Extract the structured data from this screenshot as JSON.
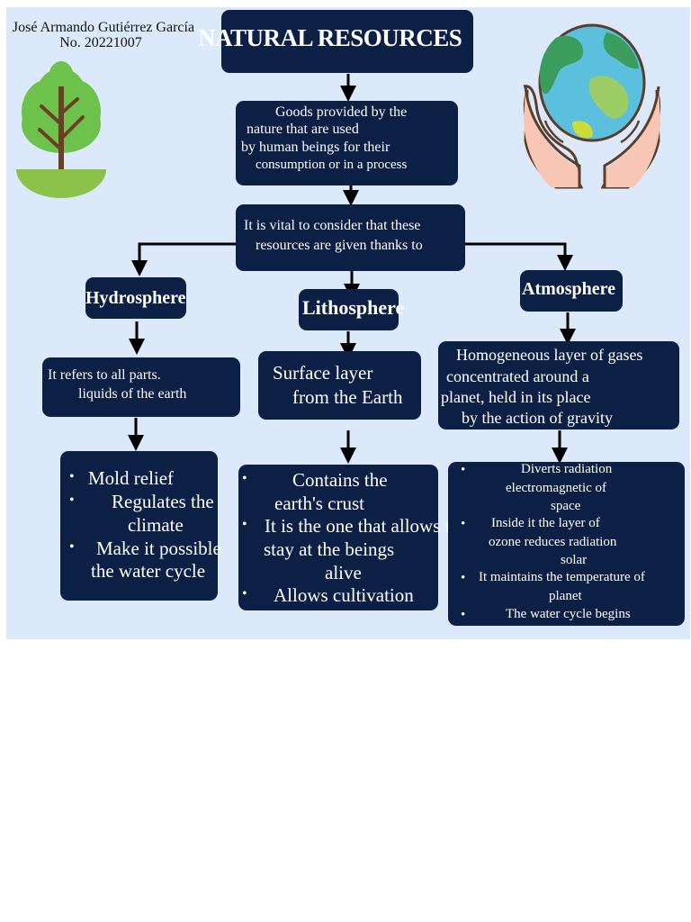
{
  "author": {
    "name": "José Armando Gutiérrez García",
    "number": "No. 20221007"
  },
  "title": "NATURAL RESOURCES",
  "definition": [
    "Goods provided by the",
    "nature that are used",
    "by human beings for their",
    "consumption or in a process"
  ],
  "vital": [
    "It is vital to consider that these",
    "resources are given thanks to"
  ],
  "branches": {
    "hydrosphere": {
      "label": "Hydrosphere",
      "description": [
        "It refers to all parts.",
        "liquids of the earth"
      ],
      "bullets": [
        "Mold relief",
        "Regulates the",
        "climate",
        "Make it possible",
        "the water cycle"
      ]
    },
    "lithosphere": {
      "label": "Lithosphere",
      "description": [
        "Surface layer",
        "from the Earth"
      ],
      "bullets": [
        "Contains the",
        "earth's crust",
        "It is the one that allows the",
        "stay  at the beings",
        "alive",
        "Allows cultivation"
      ]
    },
    "atmosphere": {
      "label": "Atmosphere",
      "description": [
        "Homogeneous layer of gases",
        "concentrated around a",
        "planet, held in its place",
        "by the action of gravity"
      ],
      "bullets": [
        "Diverts radiation",
        "electromagnetic of",
        "space",
        "Inside it the layer of",
        "ozone reduces radiation",
        "solar",
        "It maintains the temperature of",
        "planet",
        "The water cycle begins"
      ]
    }
  },
  "icons": {
    "tree": "tree-icon",
    "globe_hands": "globe-in-hands-icon"
  },
  "colors": {
    "background": "#dbe9fb",
    "box": "#0c1f45",
    "text": "#ffffff"
  }
}
